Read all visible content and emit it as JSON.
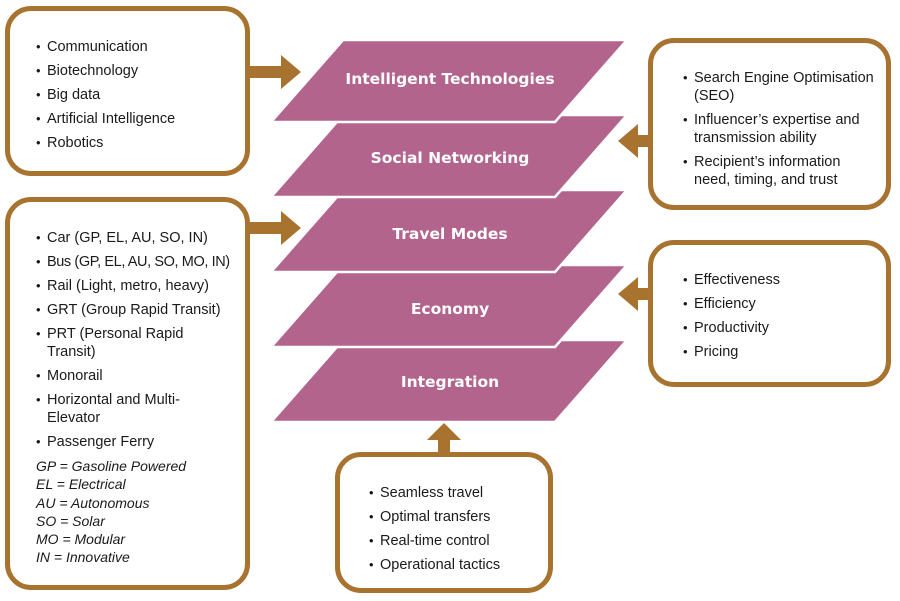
{
  "colors": {
    "layer_fill": "#b3648d",
    "box_border": "#a8732f",
    "arrow": "#a8732f",
    "layer_text": "#ffffff"
  },
  "layers": [
    {
      "label": "Intelligent Technologies"
    },
    {
      "label": "Social Networking"
    },
    {
      "label": "Travel Modes"
    },
    {
      "label": "Economy"
    },
    {
      "label": "Integration"
    }
  ],
  "boxes": {
    "intelligent_technologies": {
      "items": [
        "Communication",
        "Biotechnology",
        "Big data",
        "Artificial Intelligence",
        "Robotics"
      ]
    },
    "social_networking": {
      "items": [
        "Search Engine Optimisation (SEO)",
        "Influencer’s expertise and transmission ability",
        "Recipient’s information need, timing, and trust"
      ]
    },
    "travel_modes": {
      "items": [
        "Car (GP, EL, AU, SO, IN)",
        "Bus (GP, EL, AU, SO, MO, IN)",
        "Rail (Light, metro, heavy)",
        "GRT (Group Rapid Transit)",
        "PRT (Personal Rapid Transit)",
        "Monorail",
        "Horizontal and Multi-Elevator",
        "Passenger Ferry"
      ],
      "legend": [
        "GP = Gasoline Powered",
        "EL = Electrical",
        "AU = Autonomous",
        "SO = Solar",
        "MO = Modular",
        "IN = Innovative"
      ]
    },
    "economy": {
      "items": [
        "Effectiveness",
        "Efficiency",
        "Productivity",
        "Pricing"
      ]
    },
    "integration": {
      "items": [
        "Seamless travel",
        "Optimal transfers",
        "Real-time control",
        "Operational tactics"
      ]
    }
  }
}
